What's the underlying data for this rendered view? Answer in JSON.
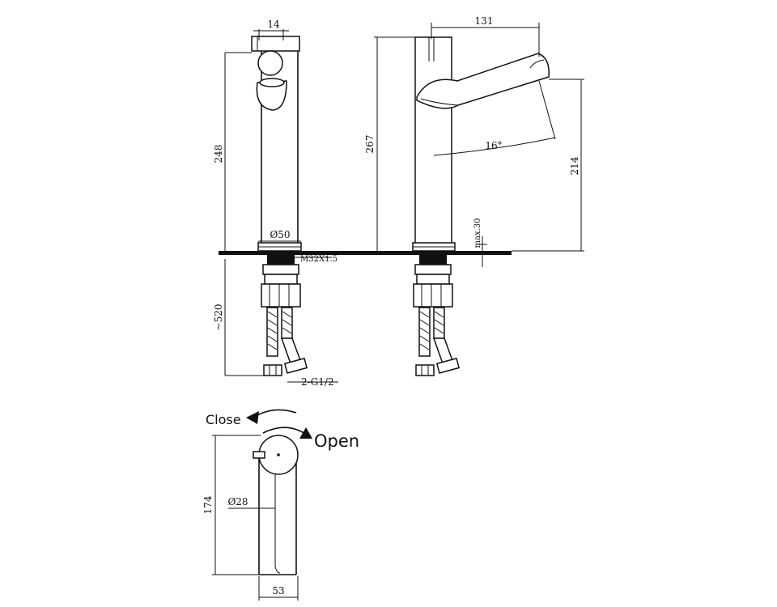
{
  "dimensions": {
    "side_top_width": "14",
    "side_height": "248",
    "base_diameter": "Ø50",
    "thread": "M32X1.5",
    "hose_length": "~520",
    "connection": "2-G1/2",
    "front_height": "267",
    "spout_reach": "131",
    "spout_angle": "16°",
    "spout_height": "214",
    "max_deck": "max.30",
    "handle_diameter": "Ø28",
    "top_view_height": "174",
    "top_view_width": "53"
  },
  "labels": {
    "close": "Close",
    "open": "Open"
  },
  "colors": {
    "line": "#111111",
    "background": "#ffffff"
  }
}
